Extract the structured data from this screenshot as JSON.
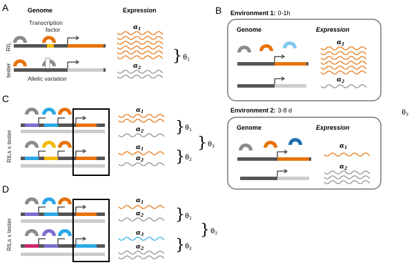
{
  "colors": {
    "orange": "#E8720C",
    "blue": "#2AA8E8",
    "dark_blue": "#1F6FB0",
    "light_blue": "#7FC8F0",
    "yellow": "#F5B800",
    "purple": "#7A6FD0",
    "pink": "#D0246A",
    "gray_wave": "#8C8C8C",
    "dark_gray": "#555555",
    "light_gray": "#CCCCCC"
  },
  "panel_labels": {
    "a": "A",
    "b": "B",
    "c": "C",
    "d": "D"
  },
  "panel_a": {
    "genome": "Genome",
    "expression": "Expression",
    "tf_line1": "Transcription",
    "tf_line2": "factor",
    "allelic": "Allelic variation",
    "row1": "RIL",
    "row2": "tester",
    "alpha1": "α",
    "alpha1_sub": "1",
    "alpha2": "α",
    "alpha2_sub": "2",
    "theta": "θ",
    "theta_sub": "1"
  },
  "panel_b": {
    "env1_label": "Environment 1:",
    "env1_time": "0-1h",
    "env2_label": "Environment 2:",
    "env2_time": "3-8 d",
    "genome": "Genome",
    "expression": "Expression",
    "alpha1": "α",
    "alpha1_sub": "1",
    "alpha2": "α",
    "alpha2_sub": "2",
    "theta": "θ",
    "theta_sub": "3"
  },
  "panel_c": {
    "side_label": "RILs x tester",
    "alpha1": "α",
    "alpha1_sub": "1",
    "alpha2": "α",
    "alpha2_sub": "2",
    "theta1": "θ",
    "theta1_sub": "1",
    "theta2": "θ",
    "theta2_sub": "2",
    "theta3": "θ",
    "theta3_sub": "3"
  },
  "panel_d": {
    "side_label": "RILs x tester",
    "alpha1": "α",
    "alpha1_sub": "1",
    "alpha2": "α",
    "alpha2_sub": "2",
    "alpha3": "α",
    "alpha3_sub": "3",
    "theta1": "θ",
    "theta1_sub": "1",
    "theta2": "θ",
    "theta2_sub": "2",
    "theta3": "θ",
    "theta3_sub": "3"
  }
}
